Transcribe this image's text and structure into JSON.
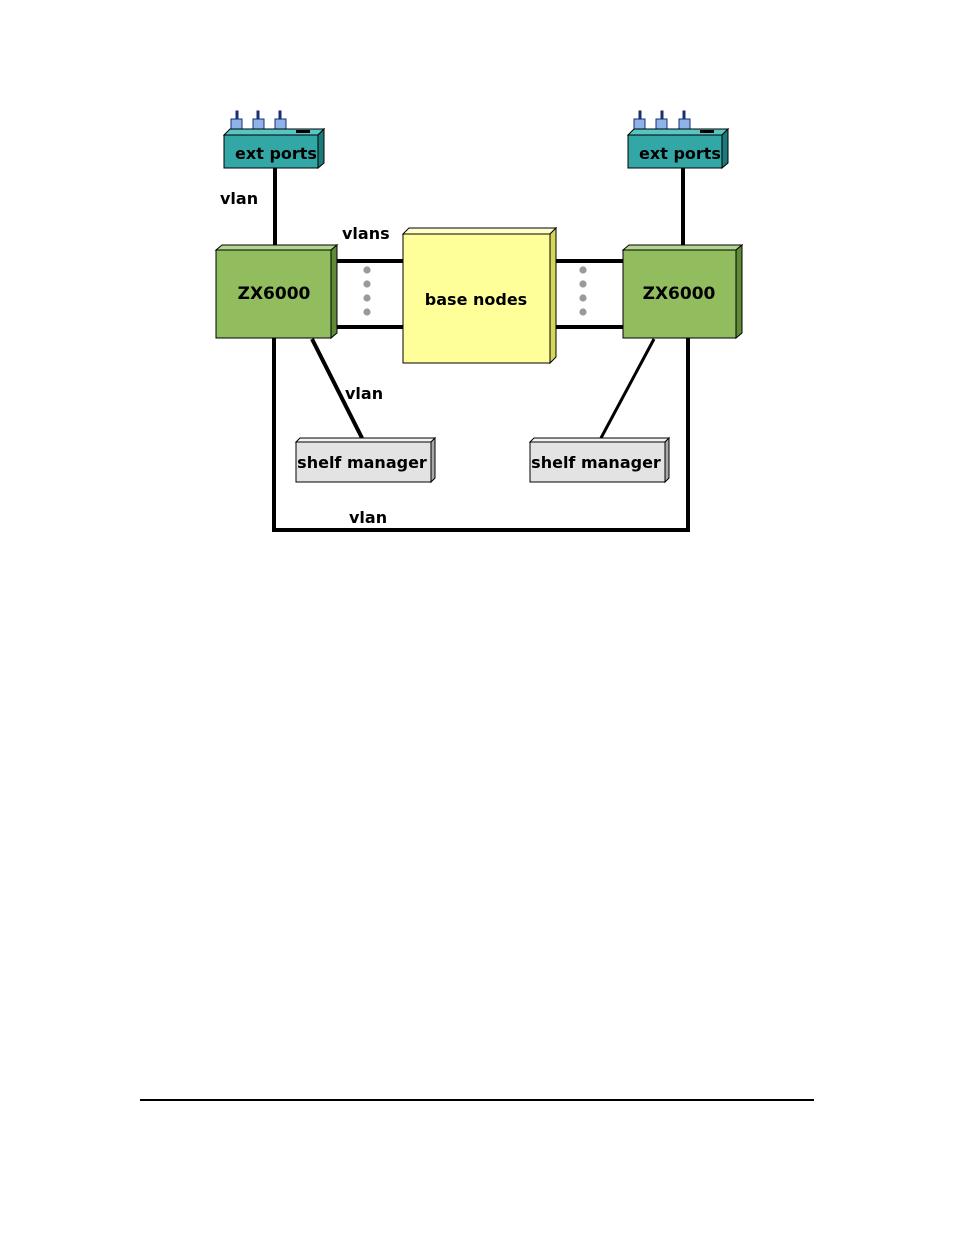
{
  "diagram": {
    "ext_ports_left": "ext ports",
    "ext_ports_right": "ext ports",
    "vlan_left_top": "vlan",
    "vlans_label": "vlans",
    "switch_left": "ZX6000",
    "switch_right": "ZX6000",
    "base_nodes": "base nodes",
    "vlan_left_mid": "vlan",
    "shelf_manager_left": "shelf manager",
    "shelf_manager_right": "shelf manager",
    "vlan_bottom": "vlan"
  },
  "colors": {
    "ext_ports_fill": "#33a6a6",
    "switch_fill": "#92bd5f",
    "base_nodes_fill": "#ffff99",
    "shelf_manager_fill": "#e3e3e3",
    "connector_fill": "#8fb2e8",
    "dots": "#9a9a9a"
  },
  "icons": {
    "connector": "network-connector-icon"
  }
}
